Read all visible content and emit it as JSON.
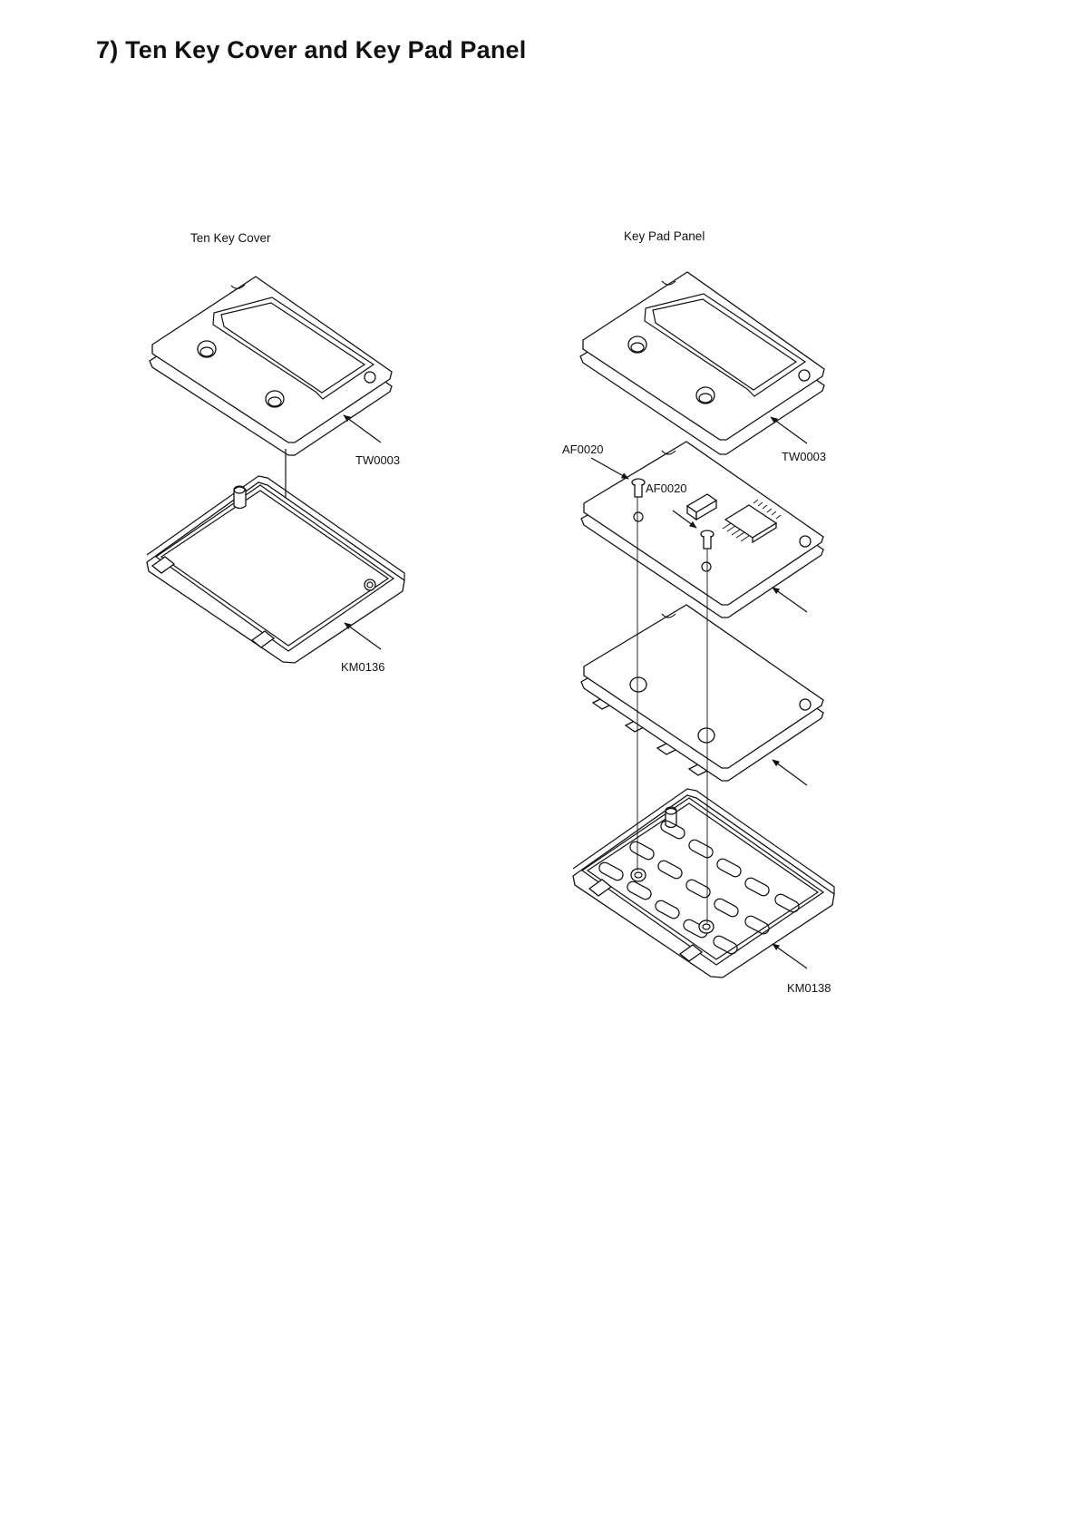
{
  "page_title": "7) Ten Key Cover and Key Pad Panel",
  "sections": {
    "left_title": "Ten Key Cover",
    "right_title": "Key Pad Panel"
  },
  "labels": {
    "tw0003_left": "TW0003",
    "km0136": "KM0136",
    "af0020_a": "AF0020",
    "af0020_b": "AF0020",
    "tw0003_right": "TW0003",
    "km0138": "KM0138"
  }
}
